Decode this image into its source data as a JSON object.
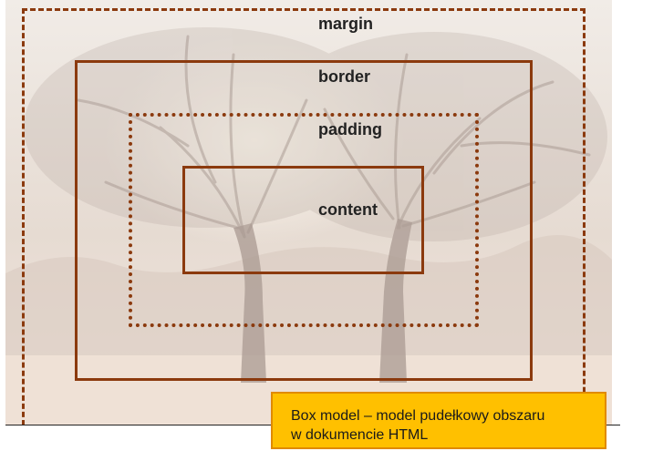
{
  "diagram": {
    "labels": {
      "margin": "margin",
      "border": "border",
      "padding": "padding",
      "content": "content"
    },
    "caption": {
      "line1": "Box model – model pudełkowy obszaru",
      "line2": "w dokumencie HTML"
    },
    "colors": {
      "box_stroke": "#8b3a0e",
      "caption_fill": "#ffc000",
      "caption_border": "#e08a00",
      "background_tint": "#e9dfd6"
    },
    "background": "tree-silhouette-photo"
  }
}
